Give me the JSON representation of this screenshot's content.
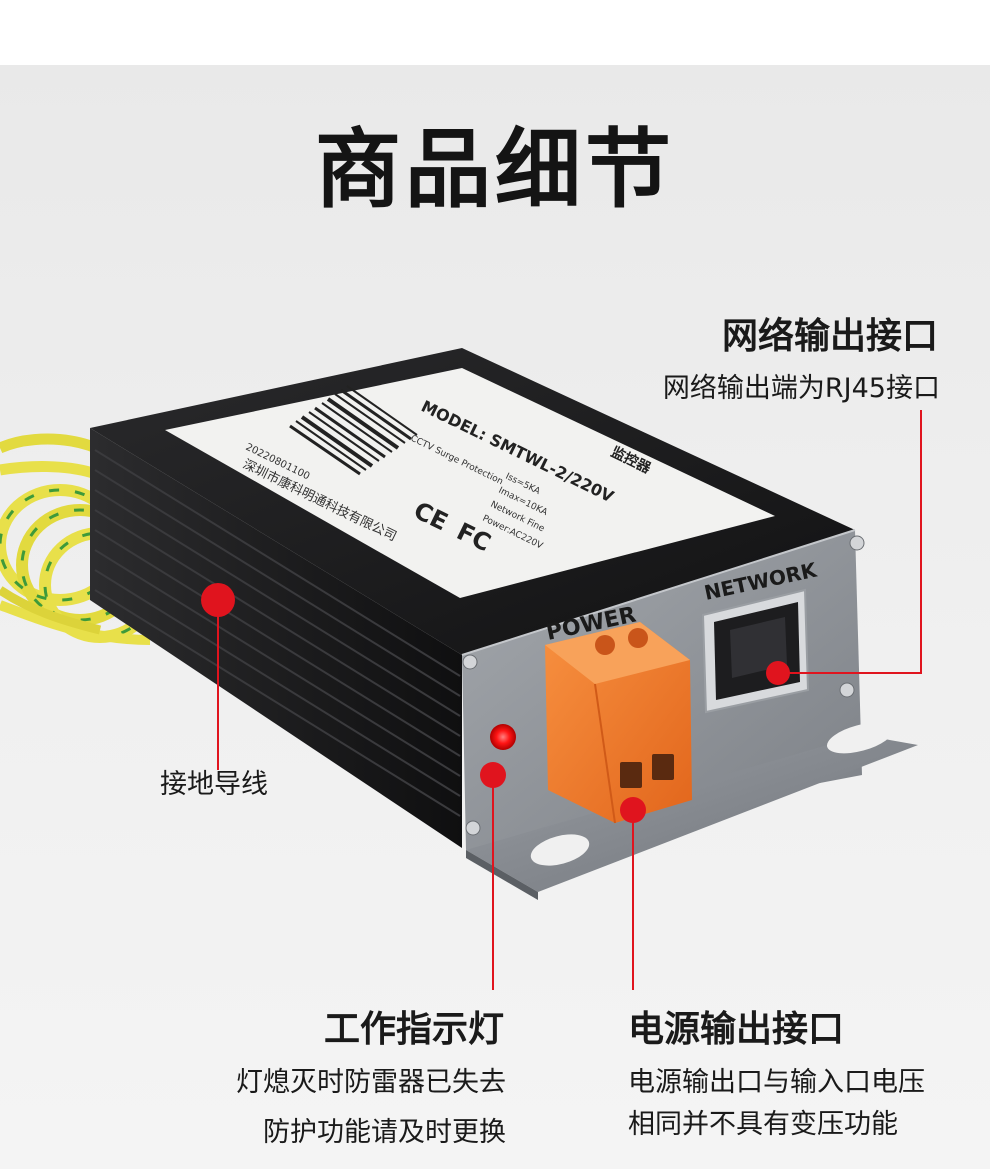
{
  "title": "商品细节",
  "device": {
    "label_model": "MODEL: SMTWL-2/220V",
    "label_brand": "监控器",
    "label_subtitle": "CCTV Surge Protection",
    "label_specs": [
      "Iss=5KA",
      "Imax=10KA",
      "Network Fine",
      "Power:AC220V"
    ],
    "label_code": "20220801100",
    "label_company": "深圳市康科明通科技有限公司",
    "marks": [
      "CE",
      "FC"
    ],
    "power_port_label": "POWER",
    "network_port_label": "NETWORK"
  },
  "callouts": {
    "network": {
      "title": "网络输出接口",
      "desc": "网络输出端为RJ45接口"
    },
    "ground": {
      "title": "接地导线"
    },
    "indicator": {
      "title": "工作指示灯",
      "lines": [
        "灯熄灭时防雷器已失去",
        "防护功能请及时更换"
      ]
    },
    "power": {
      "title": "电源输出接口",
      "lines": [
        "电源输出口与输入口电压",
        "相同并不具有变压功能"
      ]
    }
  },
  "colors": {
    "accent_red": "#e0141e",
    "terminal_orange": "#f07a2a",
    "wire_yellow": "#e8e04a",
    "wire_green": "#3e9a3a",
    "housing_black": "#1d1d1f",
    "faceplate_gray": "#8f9399"
  }
}
